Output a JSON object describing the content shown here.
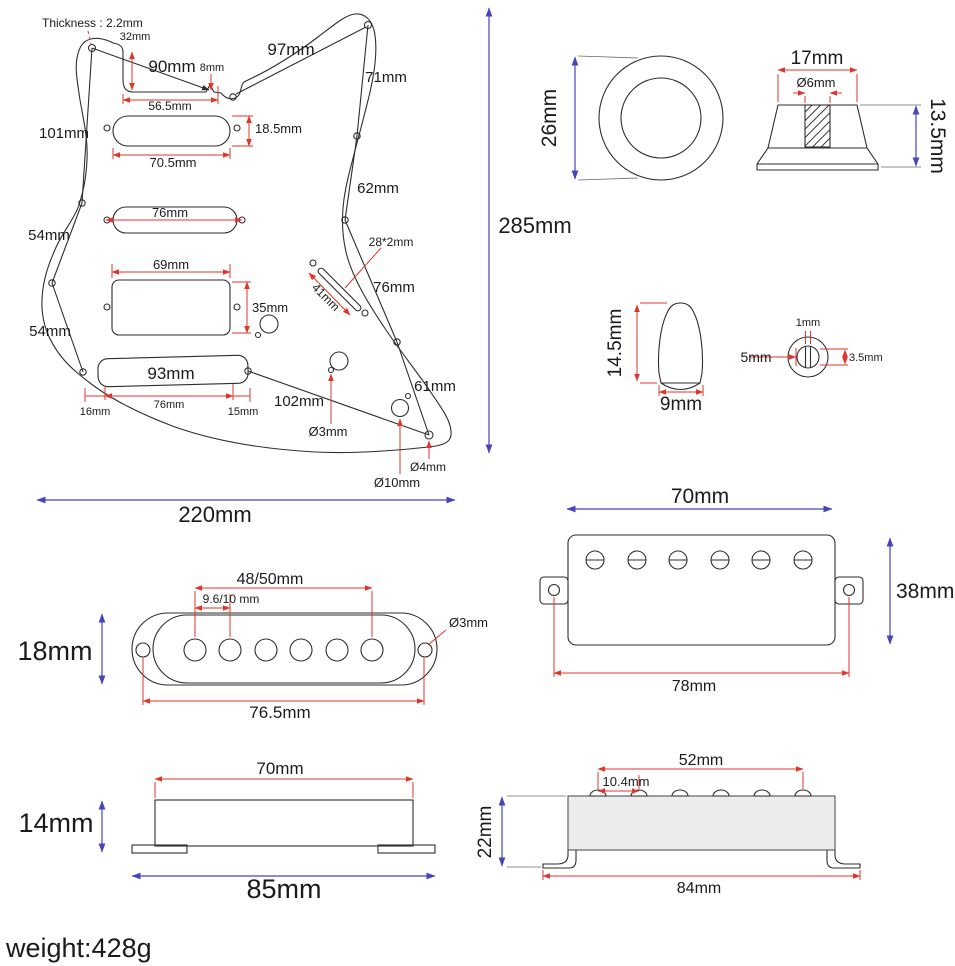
{
  "colors": {
    "dim_red": "#df352b",
    "dim_blue": "#4745bc",
    "line_black": "#2e2e2e"
  },
  "pg": {
    "thickness": "Thickness : 2.2mm",
    "d32": "32mm",
    "d90": "90mm",
    "d8": "8mm",
    "d97": "97mm",
    "d565": "56.5mm",
    "d101": "101mm",
    "d185": "18.5mm",
    "d705": "70.5mm",
    "d71": "71mm",
    "d76mid": "76mm",
    "d62": "62mm",
    "d54a": "54mm",
    "d54b": "54mm",
    "d69": "69mm",
    "d35": "35mm",
    "d28": "28*2mm",
    "d41": "41mm",
    "d76r": "76mm",
    "d93": "93mm",
    "d76b": "76mm",
    "d16": "16mm",
    "d15": "15mm",
    "d102": "102mm",
    "d61": "61mm",
    "dia3": "Ø3mm",
    "dia10": "Ø10mm",
    "dia4": "Ø4mm",
    "d220": "220mm",
    "d285": "285mm"
  },
  "knob": {
    "d26": "26mm",
    "d17": "17mm",
    "dia6": "Ø6mm",
    "d135": "13.5mm"
  },
  "tip": {
    "d145": "14.5mm",
    "d9": "9mm",
    "d1": "1mm",
    "d5": "5mm",
    "d35": "3.5mm"
  },
  "hb_top": {
    "d70": "70mm",
    "d38": "38mm",
    "d78": "78mm"
  },
  "sc_top": {
    "d4850": "48/50mm",
    "d9610": "9.6/10 mm",
    "d18": "18mm",
    "dia3": "Ø3mm",
    "d765": "76.5mm"
  },
  "sc_side": {
    "d70": "70mm",
    "d14": "14mm",
    "d85": "85mm"
  },
  "hb_side": {
    "d52": "52mm",
    "d104": "10.4mm",
    "d22": "22mm",
    "d84": "84mm"
  },
  "footer": {
    "weight": "weight:428g"
  }
}
